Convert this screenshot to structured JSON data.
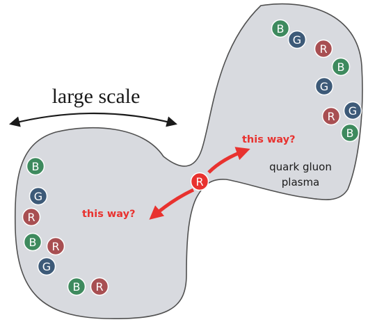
{
  "title": "large scale",
  "blob_label_line1": "quark gluon",
  "blob_label_line2": "plasma",
  "arrow_up_label": "this way?",
  "arrow_down_label": "this way?",
  "colors": {
    "blob_fill": "#d8dadf",
    "blob_stroke": "#505050",
    "R": "#a84f52",
    "G": "#3d5a78",
    "B": "#3e8a5e",
    "center_R": "#e8322f",
    "arrow_red": "#e8322f"
  },
  "center_ball": {
    "letter": "R"
  },
  "balls_top_right": [
    {
      "letter": "B"
    },
    {
      "letter": "G"
    },
    {
      "letter": "R"
    },
    {
      "letter": "B"
    },
    {
      "letter": "G"
    },
    {
      "letter": "R"
    },
    {
      "letter": "G"
    },
    {
      "letter": "B"
    }
  ],
  "balls_bottom_left": [
    {
      "letter": "B"
    },
    {
      "letter": "G"
    },
    {
      "letter": "R"
    },
    {
      "letter": "B"
    },
    {
      "letter": "R"
    },
    {
      "letter": "G"
    },
    {
      "letter": "B"
    },
    {
      "letter": "R"
    }
  ]
}
